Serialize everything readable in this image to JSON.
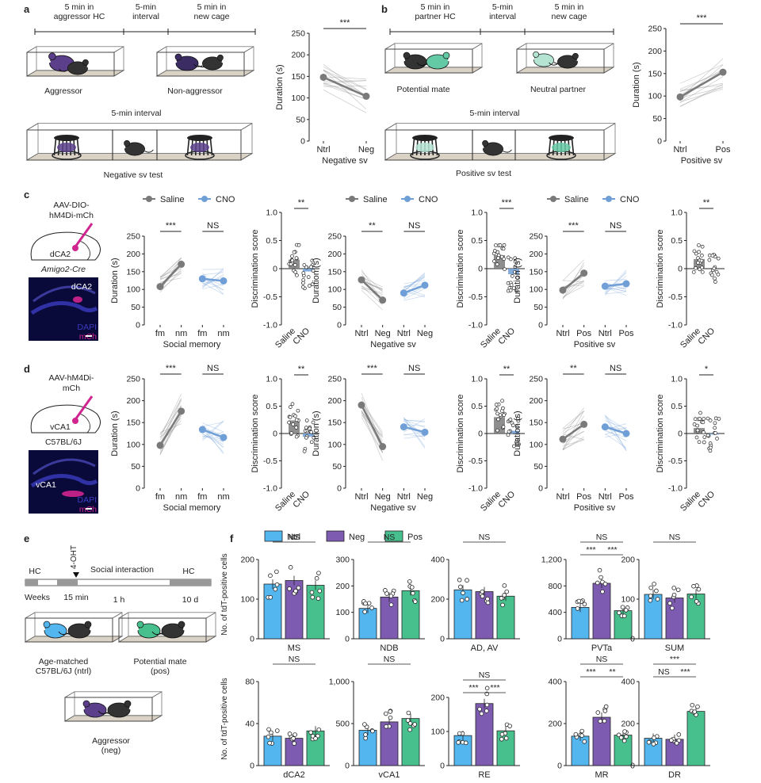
{
  "colors": {
    "saline": "#7a7a7a",
    "cno": "#6f9fd6",
    "ntrl": "#53b6ee",
    "neg": "#7d5bb0",
    "pos": "#47c08d",
    "aggressorMouse": "#5b3f8a",
    "mateMouse": "#64c9a5",
    "neutralMouse": "#b5e4d3",
    "blackMouse": "#333333",
    "mCh": "#d0248e",
    "dapi": "#3b3bc2"
  },
  "panels": {
    "a": "a",
    "b": "b",
    "c": "c",
    "d": "d",
    "e": "e",
    "f": "f"
  },
  "a": {
    "t1": [
      "5 min in",
      "aggressor HC"
    ],
    "t2": [
      "5-min",
      "interval"
    ],
    "t3": [
      "5 min in",
      "new cage"
    ],
    "aggressor": "Aggressor",
    "nonaggressor": "Non-aggressor",
    "interval": "5-min interval",
    "test": "Negative sv test"
  },
  "b": {
    "t1": [
      "5 min in",
      "partner HC"
    ],
    "t2": [
      "5-min",
      "interval"
    ],
    "t3": [
      "5 min in",
      "new cage"
    ],
    "mate": "Potential mate",
    "neutral": "Neutral partner",
    "interval": "5-min interval",
    "test": "Positive sv test"
  },
  "c": {
    "virus": [
      "AAV-DIO-",
      "hM4Di-mCh"
    ],
    "region": "dCA2",
    "mouse": "Amigo2-Cre",
    "img_region": "dCA2",
    "dapi": "DAPI",
    "mch": "mCh"
  },
  "d": {
    "virus": [
      "AAV-hM4Di-",
      "mCh"
    ],
    "region": "vCA1",
    "mouse": "C57BL/6J",
    "img_region": "vCA1",
    "dapi": "DAPI",
    "mch": "mCh"
  },
  "legend": {
    "saline": "Saline",
    "cno": "CNO"
  },
  "e": {
    "oht": "4-OHT",
    "hc1": "HC",
    "si": "Social interaction",
    "hc2": "HC",
    "weeks": "Weeks",
    "min15": "15 min",
    "h1": "1 h",
    "d10": "10 d",
    "ctrl": [
      "Age-matched",
      "C57BL/6J (ntrl)"
    ],
    "mate": [
      "Potential mate",
      "(pos)"
    ],
    "aggr": [
      "Aggressor",
      "(neg)"
    ]
  },
  "f": {
    "legend": {
      "ntrl": "Ntrl",
      "neg": "Neg",
      "pos": "Pos"
    }
  },
  "chart_data": [
    {
      "panel": "a",
      "type": "line",
      "ylabel": "Duration (s)",
      "xlabel": "Negative sv",
      "categories": [
        "Ntrl",
        "Neg"
      ],
      "ylim": [
        0,
        250
      ],
      "yticks": [
        0,
        50,
        100,
        150,
        200,
        250
      ],
      "values": [
        148,
        104
      ],
      "sig": "***"
    },
    {
      "panel": "b",
      "type": "line",
      "ylabel": "Duration (s)",
      "xlabel": "Positive sv",
      "categories": [
        "Ntrl",
        "Pos"
      ],
      "ylim": [
        0,
        250
      ],
      "yticks": [
        0,
        50,
        100,
        150,
        200,
        250
      ],
      "values": [
        98,
        153
      ],
      "sig": "***"
    },
    {
      "panel": "c",
      "type": "line",
      "ylabel": "Duration (s)",
      "xlabel": "Social memory",
      "categories": [
        "fm",
        "nm",
        "fm",
        "nm"
      ],
      "ylim": [
        0,
        250
      ],
      "yticks": [
        0,
        50,
        100,
        150,
        200,
        250
      ],
      "series": [
        {
          "name": "Saline",
          "values": [
            108,
            171
          ]
        },
        {
          "name": "CNO",
          "values": [
            130,
            124
          ]
        }
      ],
      "sig": [
        "***",
        "NS"
      ]
    },
    {
      "panel": "c",
      "type": "scatter",
      "ylabel": "Discrimination score",
      "categories": [
        "Saline",
        "CNO"
      ],
      "ylim": [
        -1,
        1
      ],
      "yticks": [
        -1,
        -0.5,
        0,
        0.5,
        1
      ],
      "values": [
        0.16,
        -0.05
      ],
      "sig": "**"
    },
    {
      "panel": "c",
      "type": "line",
      "ylabel": "Duration (s)",
      "xlabel": "Negative sv",
      "categories": [
        "Ntrl",
        "Neg",
        "Ntrl",
        "Neg"
      ],
      "ylim": [
        0,
        250
      ],
      "yticks": [
        0,
        50,
        100,
        150,
        200,
        250
      ],
      "series": [
        {
          "name": "Saline",
          "values": [
            127,
            70
          ]
        },
        {
          "name": "CNO",
          "values": [
            90,
            112
          ]
        }
      ],
      "sig": [
        "**",
        "NS"
      ]
    },
    {
      "panel": "c",
      "type": "scatter",
      "ylabel": "Discrimination score",
      "categories": [
        "Saline",
        "CNO"
      ],
      "ylim": [
        -1,
        1
      ],
      "yticks": [
        -1,
        -0.5,
        0,
        0.5,
        1
      ],
      "values": [
        0.24,
        -0.1
      ],
      "sig": "***"
    },
    {
      "panel": "c",
      "type": "line",
      "ylabel": "Duration (s)",
      "xlabel": "Positive sv",
      "categories": [
        "Ntrl",
        "Pos",
        "Ntrl",
        "Pos"
      ],
      "ylim": [
        0,
        250
      ],
      "yticks": [
        0,
        50,
        100,
        150,
        200,
        250
      ],
      "series": [
        {
          "name": "Saline",
          "values": [
            98,
            146
          ]
        },
        {
          "name": "CNO",
          "values": [
            109,
            116
          ]
        }
      ],
      "sig": [
        "***",
        "NS"
      ]
    },
    {
      "panel": "c",
      "type": "scatter",
      "ylabel": "Discrimination score",
      "categories": [
        "Saline",
        "CNO"
      ],
      "ylim": [
        -1,
        1
      ],
      "yticks": [
        -1,
        -0.5,
        0,
        0.5,
        1
      ],
      "values": [
        0.17,
        0.0
      ],
      "sig": "**"
    },
    {
      "panel": "d",
      "type": "line",
      "ylabel": "Duration (s)",
      "xlabel": "Social memory",
      "categories": [
        "fm",
        "nm",
        "fm",
        "nm"
      ],
      "ylim": [
        0,
        250
      ],
      "yticks": [
        0,
        50,
        100,
        150,
        200,
        250
      ],
      "series": [
        {
          "name": "Saline",
          "values": [
            98,
            176
          ]
        },
        {
          "name": "CNO",
          "values": [
            134,
            116
          ]
        }
      ],
      "sig": [
        "***",
        "NS"
      ]
    },
    {
      "panel": "d",
      "type": "scatter",
      "ylabel": "Discrimination score",
      "categories": [
        "Saline",
        "CNO"
      ],
      "ylim": [
        -1,
        1
      ],
      "yticks": [
        -1,
        -0.5,
        0,
        0.5,
        1
      ],
      "values": [
        0.24,
        -0.06
      ],
      "sig": "**"
    },
    {
      "panel": "d",
      "type": "line",
      "ylabel": "Duration (s)",
      "xlabel": "Negative sv",
      "categories": [
        "Ntrl",
        "Neg",
        "Ntrl",
        "Neg"
      ],
      "ylim": [
        0,
        250
      ],
      "yticks": [
        0,
        50,
        100,
        150,
        200,
        250
      ],
      "series": [
        {
          "name": "Saline",
          "values": [
            190,
            95
          ]
        },
        {
          "name": "CNO",
          "values": [
            140,
            128
          ]
        }
      ],
      "sig": [
        "***",
        "NS"
      ]
    },
    {
      "panel": "d",
      "type": "scatter",
      "ylabel": "Discrimination score",
      "categories": [
        "Saline",
        "CNO"
      ],
      "ylim": [
        -1,
        1
      ],
      "yticks": [
        -1,
        -0.5,
        0,
        0.5,
        1
      ],
      "values": [
        0.3,
        0.05
      ],
      "sig": "**"
    },
    {
      "panel": "d",
      "type": "line",
      "ylabel": "Duration (s)",
      "xlabel": "Positive sv",
      "categories": [
        "Ntrl",
        "Pos",
        "Ntrl",
        "Pos"
      ],
      "ylim": [
        0,
        250
      ],
      "yticks": [
        0,
        50,
        100,
        150,
        200,
        250
      ],
      "series": [
        {
          "name": "Saline",
          "values": [
            112,
            146
          ]
        },
        {
          "name": "CNO",
          "values": [
            140,
            125
          ]
        }
      ],
      "sig": [
        "**",
        "NS"
      ]
    },
    {
      "panel": "d",
      "type": "scatter",
      "ylabel": "Discrimination score",
      "categories": [
        "Saline",
        "CNO"
      ],
      "ylim": [
        -1,
        1
      ],
      "yticks": [
        -1,
        -0.5,
        0,
        0.5,
        1
      ],
      "values": [
        0.1,
        -0.02
      ],
      "sig": "*"
    },
    {
      "panel": "f",
      "type": "bar",
      "region": "MS",
      "ylabel": "No. of tdT-positive cells",
      "categories": [
        "Ntrl",
        "Neg",
        "Pos"
      ],
      "values": [
        138,
        147,
        135
      ],
      "ylim": [
        0,
        200
      ],
      "yticks": [
        "0",
        "100",
        "200"
      ],
      "sig": [
        {
          "a": 0,
          "b": 2,
          "t": "NS"
        }
      ]
    },
    {
      "panel": "f",
      "type": "bar",
      "region": "NDB",
      "categories": [
        "Ntrl",
        "Neg",
        "Pos"
      ],
      "values": [
        115,
        158,
        182
      ],
      "ylim": [
        0,
        300
      ],
      "yticks": [
        "0",
        "100",
        "200",
        "300"
      ],
      "sig": [
        {
          "a": 0,
          "b": 2,
          "t": "NS"
        }
      ]
    },
    {
      "panel": "f",
      "type": "bar",
      "region": "AD, AV",
      "categories": [
        "Ntrl",
        "Neg",
        "Pos"
      ],
      "values": [
        247,
        238,
        215
      ],
      "ylim": [
        0,
        400
      ],
      "yticks": [
        "0",
        "200",
        "400"
      ],
      "sig": [
        {
          "a": 0,
          "b": 2,
          "t": "NS"
        }
      ]
    },
    {
      "panel": "f",
      "type": "bar",
      "region": "PVTa",
      "categories": [
        "Ntrl",
        "Neg",
        "Pos"
      ],
      "values": [
        475,
        840,
        425
      ],
      "ylim": [
        0,
        1200
      ],
      "yticks": [
        "0",
        "400",
        "800",
        "1,200"
      ],
      "sig": [
        {
          "a": 0,
          "b": 1,
          "t": "***"
        },
        {
          "a": 1,
          "b": 2,
          "t": "***"
        },
        {
          "a": 0,
          "b": 2,
          "t": "NS"
        }
      ]
    },
    {
      "panel": "f",
      "type": "bar",
      "region": "SUM",
      "categories": [
        "Ntrl",
        "Neg",
        "Pos"
      ],
      "values": [
        112,
        103,
        113
      ],
      "ylim": [
        0,
        200
      ],
      "yticks": [
        "0",
        "100",
        "200"
      ],
      "sig": [
        {
          "a": 0,
          "b": 2,
          "t": "NS"
        }
      ]
    },
    {
      "panel": "f",
      "type": "bar",
      "region": "dCA2",
      "ylabel": "No. of tdT-positive cells",
      "categories": [
        "Ntrl",
        "Neg",
        "Pos"
      ],
      "values": [
        28,
        26,
        33
      ],
      "ylim": [
        0,
        80
      ],
      "yticks": [
        "0",
        "40",
        "80"
      ],
      "sig": [
        {
          "a": 0,
          "b": 2,
          "t": "NS"
        }
      ]
    },
    {
      "panel": "f",
      "type": "bar",
      "region": "vCA1",
      "categories": [
        "Ntrl",
        "Neg",
        "Pos"
      ],
      "values": [
        420,
        520,
        560
      ],
      "ylim": [
        0,
        1000
      ],
      "yticks": [
        "0",
        "500",
        "1,000"
      ],
      "sig": [
        {
          "a": 0,
          "b": 2,
          "t": "NS"
        }
      ]
    },
    {
      "panel": "f",
      "type": "bar",
      "region": "RE",
      "categories": [
        "Ntrl",
        "Neg",
        "Pos"
      ],
      "values": [
        88,
        182,
        102
      ],
      "ylim": [
        0,
        200
      ],
      "yticks": [
        "0",
        "100",
        "200"
      ],
      "sig": [
        {
          "a": 0,
          "b": 1,
          "t": "***"
        },
        {
          "a": 1,
          "b": 2,
          "t": "***"
        },
        {
          "a": 0,
          "b": 2,
          "t": "NS"
        }
      ]
    },
    {
      "panel": "f",
      "type": "bar",
      "region": "MR",
      "categories": [
        "Ntrl",
        "Neg",
        "Pos"
      ],
      "values": [
        140,
        230,
        145
      ],
      "ylim": [
        0,
        400
      ],
      "yticks": [
        "0",
        "200",
        "400"
      ],
      "sig": [
        {
          "a": 0,
          "b": 1,
          "t": "***"
        },
        {
          "a": 1,
          "b": 2,
          "t": "**"
        },
        {
          "a": 0,
          "b": 2,
          "t": "NS"
        }
      ]
    },
    {
      "panel": "f",
      "type": "bar",
      "region": "DR",
      "categories": [
        "Ntrl",
        "Neg",
        "Pos"
      ],
      "values": [
        130,
        125,
        258
      ],
      "ylim": [
        0,
        400
      ],
      "yticks": [
        "0",
        "200",
        "400"
      ],
      "sig": [
        {
          "a": 0,
          "b": 1,
          "t": "NS"
        },
        {
          "a": 1,
          "b": 2,
          "t": "***"
        },
        {
          "a": 0,
          "b": 2,
          "t": "***"
        }
      ]
    }
  ]
}
